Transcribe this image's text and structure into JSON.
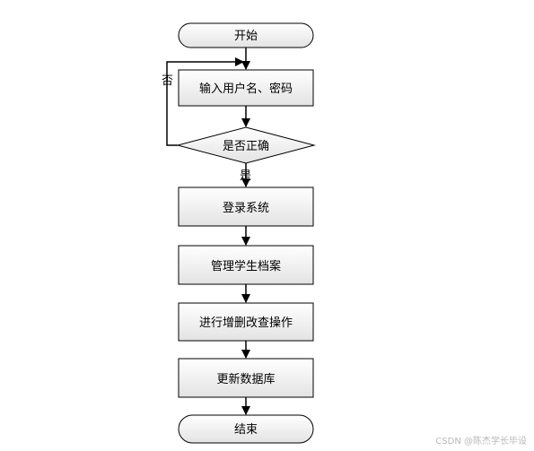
{
  "diagram": {
    "nodes": {
      "start": "开始",
      "input": "输入用户名、密码",
      "check": "是否正确",
      "login": "登录系统",
      "manage": "管理学生档案",
      "crud": "进行增删改查操作",
      "update": "更新数据库",
      "end": "结束"
    },
    "edge_labels": {
      "no": "否",
      "yes": "是"
    }
  },
  "watermark": "CSDN @陈杰学长毕设",
  "colors": {
    "box_gradient_top": "#ffffff",
    "box_gradient_bottom": "#e3e3e3",
    "stroke": "#000000"
  }
}
